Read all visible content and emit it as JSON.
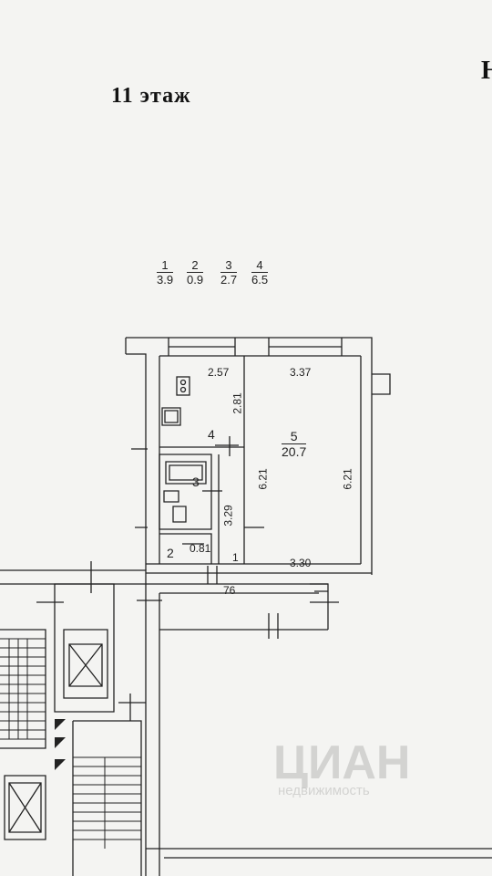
{
  "floor_title": "11 этаж",
  "edge_letter": "Н",
  "legend": [
    {
      "num": "1",
      "area": "3.9"
    },
    {
      "num": "2",
      "area": "0.9"
    },
    {
      "num": "3",
      "area": "2.7"
    },
    {
      "num": "4",
      "area": "6.5"
    }
  ],
  "rooms": {
    "room4_num": "4",
    "room3_num": "3",
    "room2_num": "2",
    "room1_num": "1",
    "room5_num": "5",
    "room5_area": "20.7"
  },
  "dimensions": {
    "kitchen_width": "2.57",
    "kitchen_length": "2.81",
    "living_top": "3.37",
    "living_left_height": "6.21",
    "living_right_height": "6.21",
    "living_bottom": "3.30",
    "bath_length": "3.29",
    "wc_width": "0.81",
    "corridor": "76"
  },
  "watermark": "ЦИАН",
  "watermark_sub": "недвижимость"
}
